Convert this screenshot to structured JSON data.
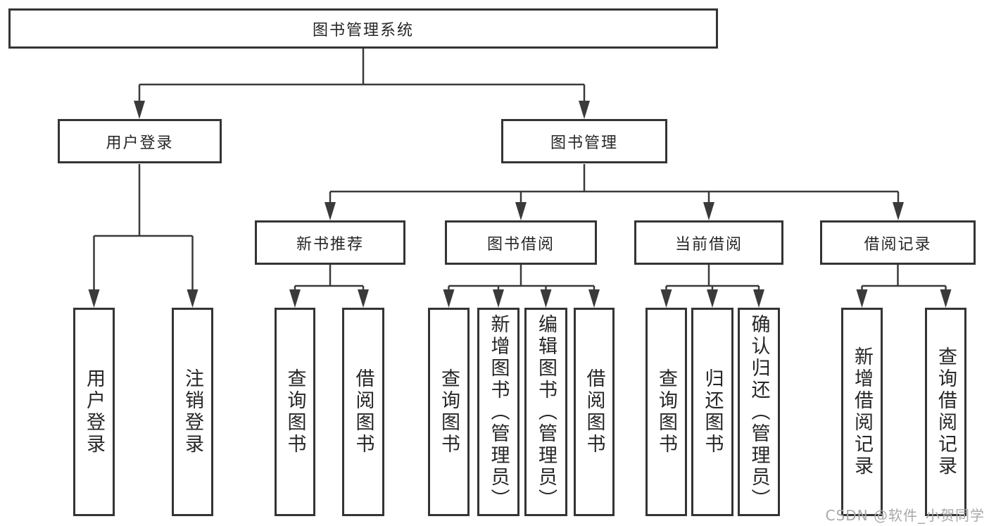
{
  "diagram": {
    "tree": {
      "label": "图书管理系统",
      "children": [
        {
          "label": "用户登录",
          "children": [
            {
              "label": "用户登录"
            },
            {
              "label": "注销登录"
            }
          ]
        },
        {
          "label": "图书管理",
          "children": [
            {
              "label": "新书推荐",
              "children": [
                {
                  "label": "查询图书"
                },
                {
                  "label": "借阅图书"
                }
              ]
            },
            {
              "label": "图书借阅",
              "children": [
                {
                  "label": "查询图书"
                },
                {
                  "label": "新增图书（管理员）"
                },
                {
                  "label": "编辑图书（管理员）"
                },
                {
                  "label": "借阅图书"
                }
              ]
            },
            {
              "label": "当前借阅",
              "children": [
                {
                  "label": "查询图书"
                },
                {
                  "label": "归还图书"
                },
                {
                  "label": "确认归还（管理员）"
                }
              ]
            },
            {
              "label": "借阅记录",
              "children": [
                {
                  "label": "新增借阅记录"
                },
                {
                  "label": "查询借阅记录"
                }
              ]
            }
          ]
        }
      ]
    },
    "colors": {
      "box_border": "#343436",
      "connector_line": "#3a3a3c",
      "text": "#262626",
      "watermark": "#a9a9a9",
      "background": "#ffffff"
    }
  },
  "watermark": {
    "text": "CSDN @软件_小贺同学"
  }
}
